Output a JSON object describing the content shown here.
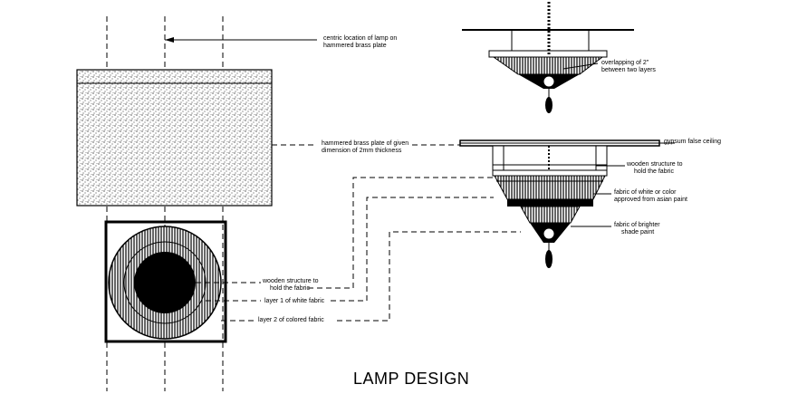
{
  "title": "LAMP DESIGN",
  "annotations": {
    "centric_location": [
      "centric location of lamp on",
      "hammered brass plate"
    ],
    "overlapping": [
      "overlapping of 2\"",
      "between two layers"
    ],
    "brass_plate": [
      "hammered brass plate of given",
      "dimension of 2mm thickness"
    ],
    "gypsum": [
      "gypsum false ceiling"
    ],
    "wooden_right": [
      "wooden structure to",
      "hold the fabric"
    ],
    "fabric_white": [
      "fabric of white or color",
      "approved from asian paint"
    ],
    "fabric_brighter": [
      "fabric of brighter",
      "shade paint"
    ],
    "wooden_left": [
      "wooden structure to",
      "hold the fabric"
    ],
    "layer1": [
      "layer 1 of white fabric"
    ],
    "layer2": [
      "layer 2 of colored fabric"
    ]
  }
}
